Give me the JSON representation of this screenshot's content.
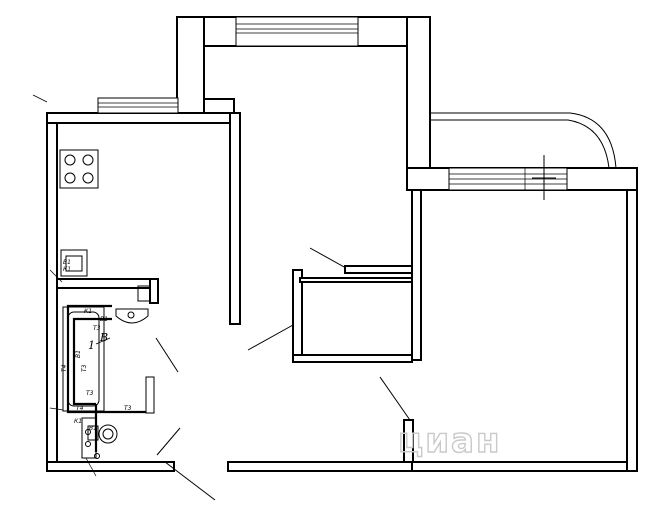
{
  "watermark": {
    "text": "циан",
    "color": "#c9c9c9"
  },
  "plumbing_labels": {
    "k1_top": "К1",
    "b1_top": "В1",
    "t3_top": "Т3",
    "t4_left": "Т4",
    "b1_left": "В1",
    "t3_left": "Т3",
    "t4_bottom": "Т4",
    "t3_bottom": "Т3",
    "t3_bottom2": "Т3",
    "k1_bottom": "К1",
    "b1_bottom": "В1",
    "b1_stove": "В1",
    "k1_stove": "К1"
  },
  "riser_label": {
    "top": "В",
    "bottom": "1"
  },
  "colors": {
    "line": "#000000",
    "background": "#ffffff"
  }
}
